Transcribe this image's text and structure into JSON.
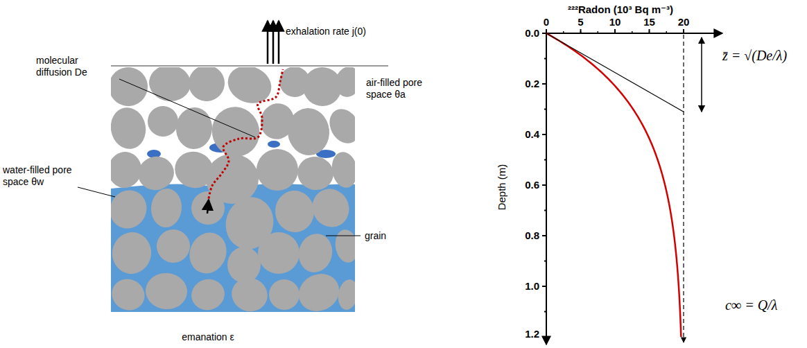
{
  "diagram": {
    "labels": [
      "exhalation rate j(0)",
      "molecular diffusion De",
      "air-filled pore space θa",
      "water-filled pore space θw",
      "grain",
      "emanation ε",
      "²²²Radon (10³ Bq m⁻³)",
      "0",
      "5",
      "10",
      "15",
      "20",
      "Depth (m)",
      "0.0",
      "0.2",
      "0.4",
      "0.6",
      "0.8",
      "1.0",
      "1.2",
      "z̄ = √(De/λ)",
      "c∞ = Q/λ"
    ]
  }
}
